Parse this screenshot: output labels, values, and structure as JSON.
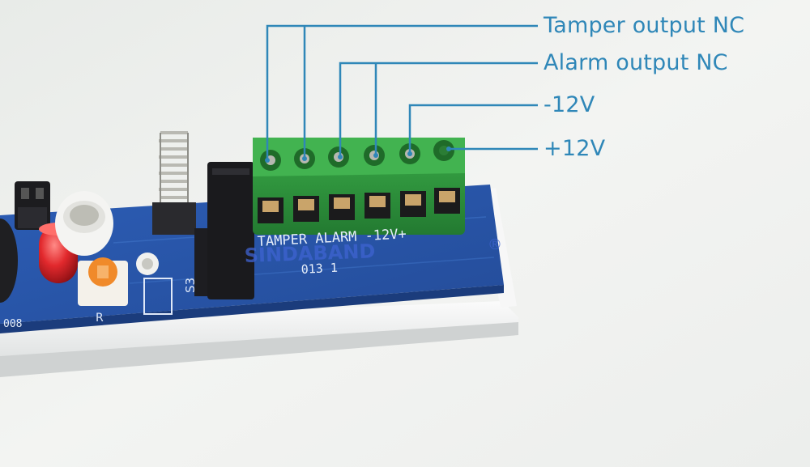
{
  "callouts": {
    "tamper": "Tamper output NC",
    "alarm": "Alarm output NC",
    "neg12": "-12V",
    "pos12": "+12V"
  },
  "board": {
    "silkscreen_terminals": "TAMPER ALARM -12V+",
    "label_s3": "S3",
    "label_r": "R",
    "watermark": "SINDABAND",
    "registered_mark": "®",
    "part_code": "013 1",
    "edge_code": "008"
  },
  "colors": {
    "callout_line": "#2f87b8",
    "pcb_blue": "#2a55a8",
    "terminal_green": "#2e9a3c",
    "led_red": "#d9262b",
    "trimmer_orange": "#f08a2a"
  }
}
